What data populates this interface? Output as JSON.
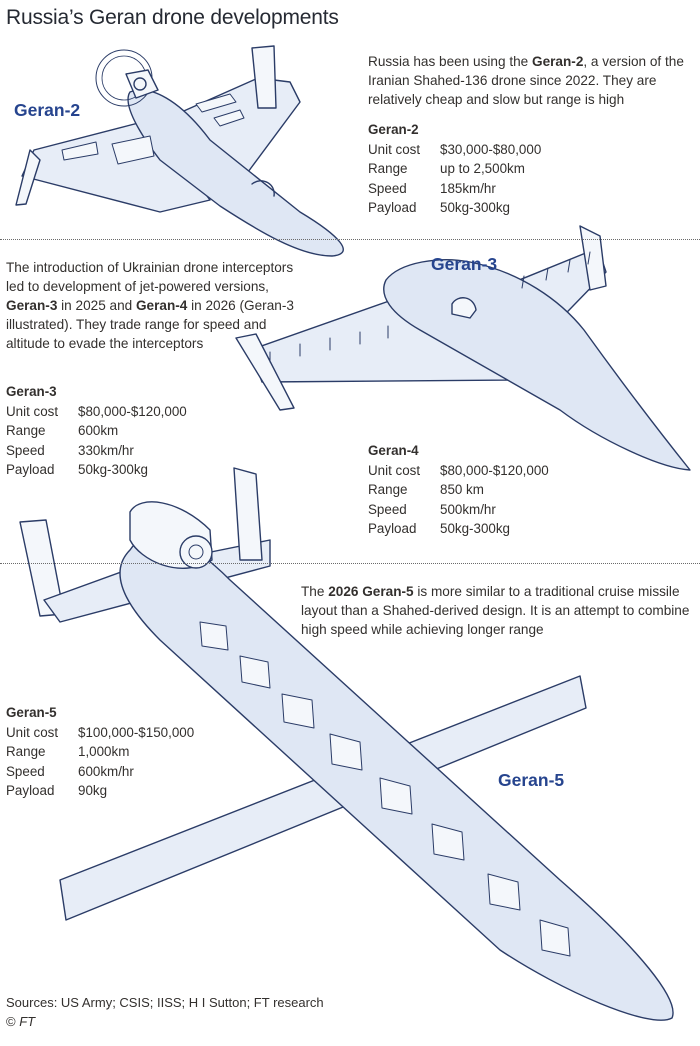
{
  "title": "Russia’s Geran drone developments",
  "labels": {
    "g2": "Geran-2",
    "g3": "Geran-3",
    "g5": "Geran-5"
  },
  "intro": {
    "pre": "Russia has been using the ",
    "bold": "Geran-2",
    "post": ", a version of the Iranian Shahed-136 drone since 2022. They are relatively cheap and slow but range is high"
  },
  "jet_para": {
    "p1": "The introduction of Ukrainian drone interceptors led to development of jet-powered versions, ",
    "b1": "Geran-3",
    "p2": " in 2025 and ",
    "b2": "Geran-4",
    "p3": " in 2026 (Geran-3 illustrated). They trade range for speed and altitude to evade the interceptors"
  },
  "g5_para": {
    "pre": "The ",
    "bold": "2026 Geran-5",
    "post": " is more similar to a traditional cruise missile layout than a Shahed-derived design. It is an attempt to combine high speed while achieving longer range"
  },
  "specs": {
    "geran2": {
      "name": "Geran-2",
      "rows": [
        {
          "k": "Unit cost",
          "v": "$30,000-$80,000"
        },
        {
          "k": "Range",
          "v": "up to 2,500km"
        },
        {
          "k": "Speed",
          "v": "185km/hr"
        },
        {
          "k": "Payload",
          "v": "50kg-300kg"
        }
      ]
    },
    "geran3": {
      "name": "Geran-3",
      "rows": [
        {
          "k": "Unit cost",
          "v": "$80,000-$120,000"
        },
        {
          "k": "Range",
          "v": "600km"
        },
        {
          "k": "Speed",
          "v": "330km/hr"
        },
        {
          "k": "Payload",
          "v": "50kg-300kg"
        }
      ]
    },
    "geran4": {
      "name": "Geran-4",
      "rows": [
        {
          "k": "Unit cost",
          "v": "$80,000-$120,000"
        },
        {
          "k": "Range",
          "v": "850 km"
        },
        {
          "k": "Speed",
          "v": "500km/hr"
        },
        {
          "k": "Payload",
          "v": "50kg-300kg"
        }
      ]
    },
    "geran5": {
      "name": "Geran-5",
      "rows": [
        {
          "k": "Unit cost",
          "v": "$100,000-$150,000"
        },
        {
          "k": "Range",
          "v": "1,000km"
        },
        {
          "k": "Speed",
          "v": "600km/hr"
        },
        {
          "k": "Payload",
          "v": "90kg"
        }
      ]
    }
  },
  "footer": {
    "sources": "Sources: US Army; CSIS; IISS; H I Sutton; FT research",
    "credit": "FT"
  },
  "colors": {
    "ink": "#2b3c67",
    "fill": "#e6ecf6",
    "shade": "#d5dff0",
    "label": "#26448e",
    "text": "#33302e"
  }
}
